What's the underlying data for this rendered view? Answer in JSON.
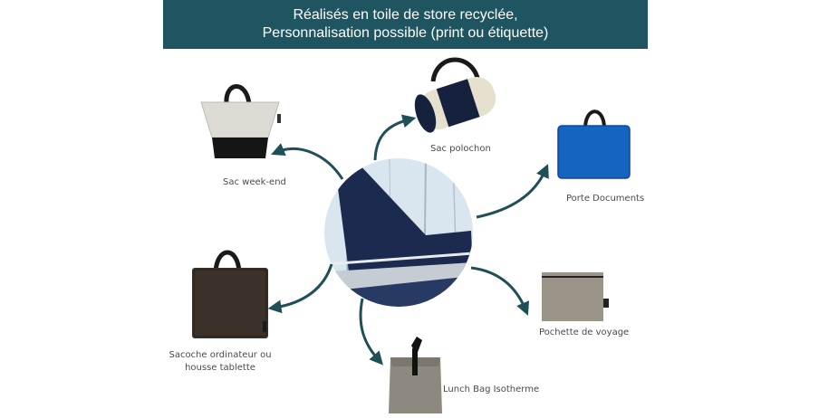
{
  "banner": {
    "line1": "Réalisés en toile de store recyclée,",
    "line2": "Personnalisation possible (print ou étiquette)"
  },
  "products": {
    "weekend": {
      "label": "Sac week-end",
      "icon": "tote-bag-icon"
    },
    "polochon": {
      "label": "Sac polochon",
      "icon": "duffel-bag-icon"
    },
    "documents": {
      "label": "Porte Documents",
      "icon": "document-bag-icon"
    },
    "laptop": {
      "label_line1": "Sacoche ordinateur ou",
      "label_line2": "housse tablette",
      "icon": "laptop-bag-icon"
    },
    "pouch": {
      "label": "Pochette de voyage",
      "icon": "zip-pouch-icon"
    },
    "lunch": {
      "label": "Lunch Bag Isotherme",
      "icon": "lunch-bag-icon"
    }
  },
  "colors": {
    "banner": "#1f5560",
    "arrow": "#1f4f57",
    "navy": "#1b2a4e",
    "blue": "#1565c0"
  }
}
